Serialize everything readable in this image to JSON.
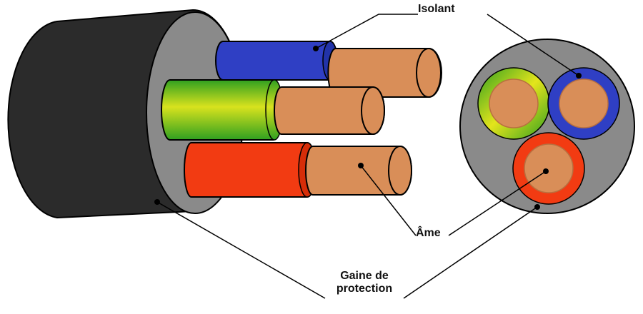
{
  "labels": {
    "isolant": "Isolant",
    "ame": "Âme",
    "gaine_line1": "Gaine de",
    "gaine_line2": "protection"
  },
  "colors": {
    "sheath": "#2b2b2b",
    "filler": "#8a8a8a",
    "blue": "#2f3fc4",
    "green": "#5fbf1a",
    "yellow": "#e4e41c",
    "red": "#f23b12",
    "copper": "#d98e58",
    "copper_dark": "#b87040"
  }
}
